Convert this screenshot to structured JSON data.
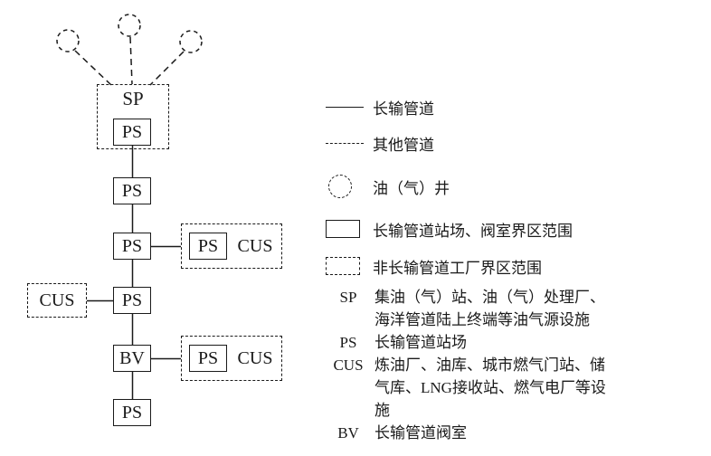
{
  "diagram": {
    "source_box": {
      "title": "SP",
      "node": "PS"
    },
    "nodes": [
      "PS",
      "PS",
      "PS",
      "BV",
      "PS"
    ],
    "right_facility_1": {
      "node": "PS",
      "label": "CUS"
    },
    "left_facility": {
      "label": "CUS"
    },
    "right_facility_2": {
      "node": "PS",
      "label": "CUS"
    }
  },
  "legend": {
    "symbols": [
      {
        "name": "solid-line",
        "label": "长输管道"
      },
      {
        "name": "dashed-line",
        "label": "其他管道"
      },
      {
        "name": "dashed-circle",
        "label": "油（气）井"
      },
      {
        "name": "solid-rect",
        "label": "长输管道站场、阀室界区范围"
      },
      {
        "name": "dashed-rect",
        "label": "非长输管道工厂界区范围"
      }
    ],
    "abbreviations": [
      {
        "abbr": "SP",
        "description": "集油（气）站、油（气）处理厂、海洋管道陆上终端等油气源设施"
      },
      {
        "abbr": "PS",
        "description": "长输管道站场"
      },
      {
        "abbr": "CUS",
        "description": "炼油厂、油库、城市燃气门站、储气库、LNG接收站、燃气电厂等设施"
      },
      {
        "abbr": "BV",
        "description": "长输管道阀室"
      }
    ]
  }
}
